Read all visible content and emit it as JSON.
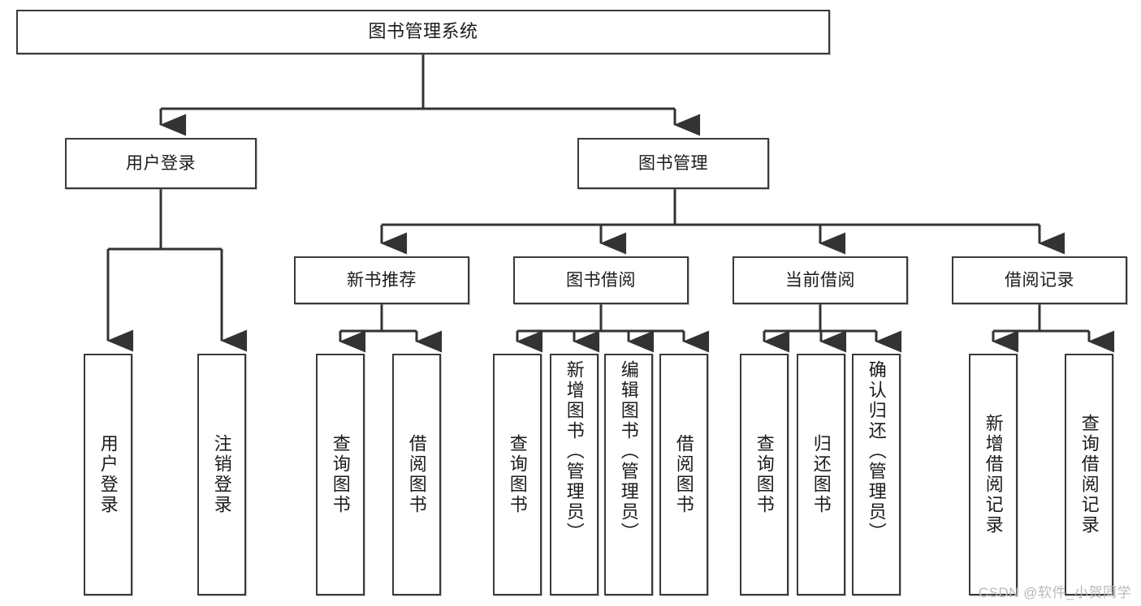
{
  "diagram": {
    "type": "tree-hierarchy-diagram",
    "title": "图书管理系统",
    "orientation": "top-down",
    "colors": {
      "box_border": "#3a3a3a",
      "box_fill": "#ffffff",
      "connector": "#333333",
      "text": "#1b1b1b",
      "watermark": "#b9b9b9"
    },
    "levels": {
      "root": "图书管理系统",
      "level1": [
        "用户登录",
        "图书管理"
      ],
      "level2": [
        "新书推荐",
        "图书借阅",
        "当前借阅",
        "借阅记录"
      ],
      "leaves": [
        "用户登录",
        "注销登录",
        "查询图书",
        "借阅图书",
        "查询图书",
        "新增图书（管理员）",
        "编辑图书（管理员）",
        "借阅图书",
        "查询图书",
        "归还图书",
        "确认归还（管理员）",
        "新增借阅记录",
        "查询借阅记录"
      ]
    }
  },
  "nodes": {
    "root": {
      "label": "图书管理系统"
    },
    "user_login": {
      "label": "用户登录"
    },
    "book_manage": {
      "label": "图书管理"
    },
    "new_book_rec": {
      "label": "新书推荐"
    },
    "book_borrow": {
      "label": "图书借阅"
    },
    "current_borrow": {
      "label": "当前借阅"
    },
    "borrow_record": {
      "label": "借阅记录"
    },
    "leaf_user_login": {
      "label": "用户登录"
    },
    "leaf_user_logout": {
      "label": "注销登录"
    },
    "leaf_query_book_a": {
      "label": "查询图书"
    },
    "leaf_borrow_book_a": {
      "label": "借阅图书"
    },
    "leaf_query_book_b": {
      "label": "查询图书"
    },
    "leaf_add_book": {
      "label": "新增图书（管理员）"
    },
    "leaf_edit_book": {
      "label": "编辑图书（管理员）"
    },
    "leaf_borrow_book_b": {
      "label": "借阅图书"
    },
    "leaf_query_book_c": {
      "label": "查询图书"
    },
    "leaf_return_book": {
      "label": "归还图书"
    },
    "leaf_confirm_return": {
      "label": "确认归还（管理员）"
    },
    "leaf_add_record": {
      "label": "新增借阅记录"
    },
    "leaf_query_record": {
      "label": "查询借阅记录"
    }
  },
  "edges": [
    {
      "from": "root",
      "to": "user_login"
    },
    {
      "from": "root",
      "to": "book_manage"
    },
    {
      "from": "user_login",
      "to": "leaf_user_login"
    },
    {
      "from": "user_login",
      "to": "leaf_user_logout"
    },
    {
      "from": "book_manage",
      "to": "new_book_rec"
    },
    {
      "from": "book_manage",
      "to": "book_borrow"
    },
    {
      "from": "book_manage",
      "to": "current_borrow"
    },
    {
      "from": "book_manage",
      "to": "borrow_record"
    },
    {
      "from": "new_book_rec",
      "to": "leaf_query_book_a"
    },
    {
      "from": "new_book_rec",
      "to": "leaf_borrow_book_a"
    },
    {
      "from": "book_borrow",
      "to": "leaf_query_book_b"
    },
    {
      "from": "book_borrow",
      "to": "leaf_add_book"
    },
    {
      "from": "book_borrow",
      "to": "leaf_edit_book"
    },
    {
      "from": "book_borrow",
      "to": "leaf_borrow_book_b"
    },
    {
      "from": "current_borrow",
      "to": "leaf_query_book_c"
    },
    {
      "from": "current_borrow",
      "to": "leaf_return_book"
    },
    {
      "from": "current_borrow",
      "to": "leaf_confirm_return"
    },
    {
      "from": "borrow_record",
      "to": "leaf_add_record"
    },
    {
      "from": "borrow_record",
      "to": "leaf_query_record"
    }
  ],
  "watermark": {
    "text": "CSDN @软件_小贺同学"
  }
}
